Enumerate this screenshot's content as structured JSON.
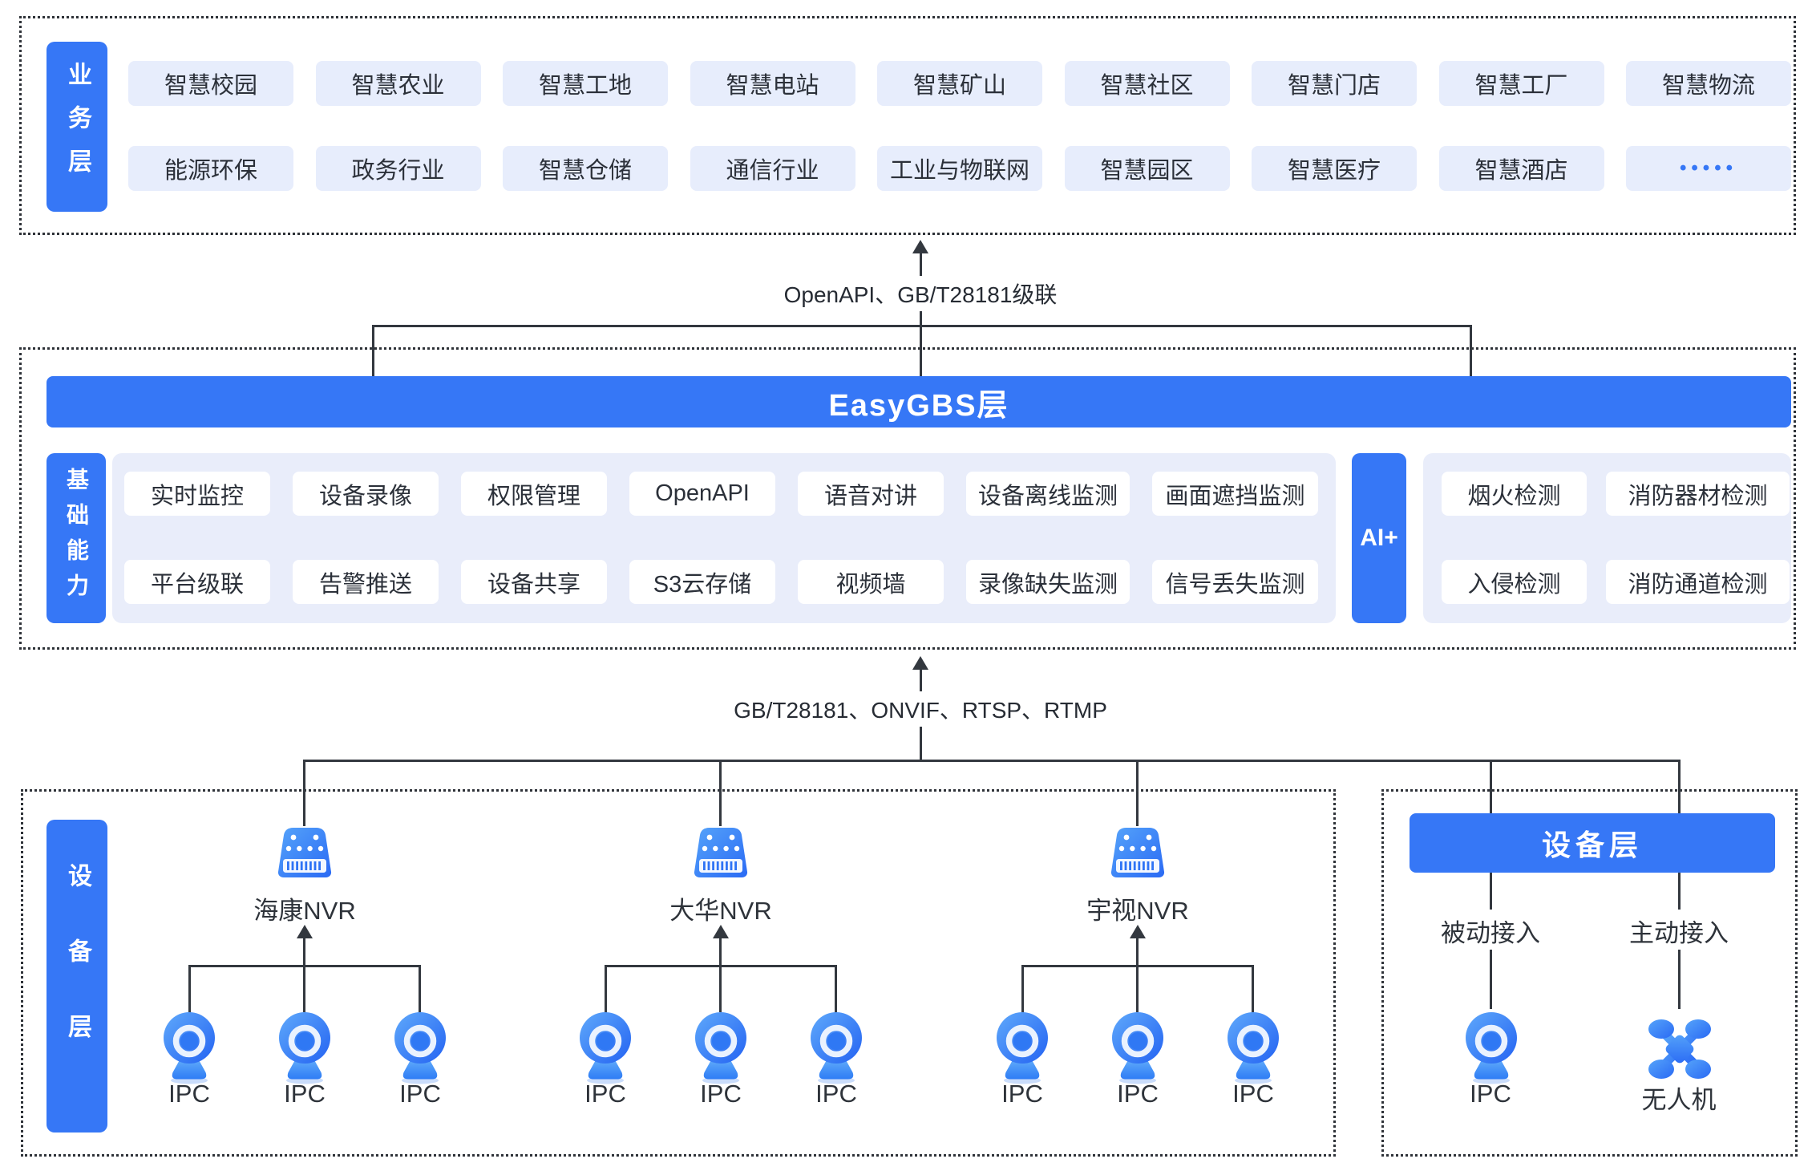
{
  "colors": {
    "primary": "#3677f6",
    "light_tile": "#e7edfc",
    "panel": "#e9edfa",
    "line": "#33383f",
    "text": "#2b3039"
  },
  "business": {
    "label": "业务层",
    "row1": [
      "智慧校园",
      "智慧农业",
      "智慧工地",
      "智慧电站",
      "智慧矿山",
      "智慧社区",
      "智慧门店",
      "智慧工厂",
      "智慧物流"
    ],
    "row2": [
      "能源环保",
      "政务行业",
      "智慧仓储",
      "通信行业",
      "工业与物联网",
      "智慧园区",
      "智慧医疗",
      "智慧酒店",
      "•••••"
    ]
  },
  "links": {
    "top": "OpenAPI、GB/T28181级联",
    "mid": "GB/T28181、ONVIF、RTSP、RTMP"
  },
  "platform": {
    "bar_label": "EasyGBS层",
    "base": {
      "label": "基础能力",
      "row1": [
        "实时监控",
        "设备录像",
        "权限管理",
        "OpenAPI",
        "语音对讲",
        "设备离线监测",
        "画面遮挡监测"
      ],
      "row2": [
        "平台级联",
        "告警推送",
        "设备共享",
        "S3云存储",
        "视频墙",
        "录像缺失监测",
        "信号丢失监测"
      ]
    },
    "ai": {
      "label": "AI+",
      "row1": [
        "烟火检测",
        "消防器材检测"
      ],
      "row2": [
        "入侵检测",
        "消防通道检测"
      ]
    }
  },
  "devices": {
    "label": "设备层",
    "groups": [
      {
        "nvr": "海康NVR",
        "ipcs": [
          "IPC",
          "IPC",
          "IPC"
        ]
      },
      {
        "nvr": "大华NVR",
        "ipcs": [
          "IPC",
          "IPC",
          "IPC"
        ]
      },
      {
        "nvr": "宇视NVR",
        "ipcs": [
          "IPC",
          "IPC",
          "IPC"
        ]
      }
    ],
    "right": {
      "bar_label": "设备层",
      "passive": "被动接入",
      "active": "主动接入",
      "ipc": "IPC",
      "drone": "无人机"
    }
  }
}
